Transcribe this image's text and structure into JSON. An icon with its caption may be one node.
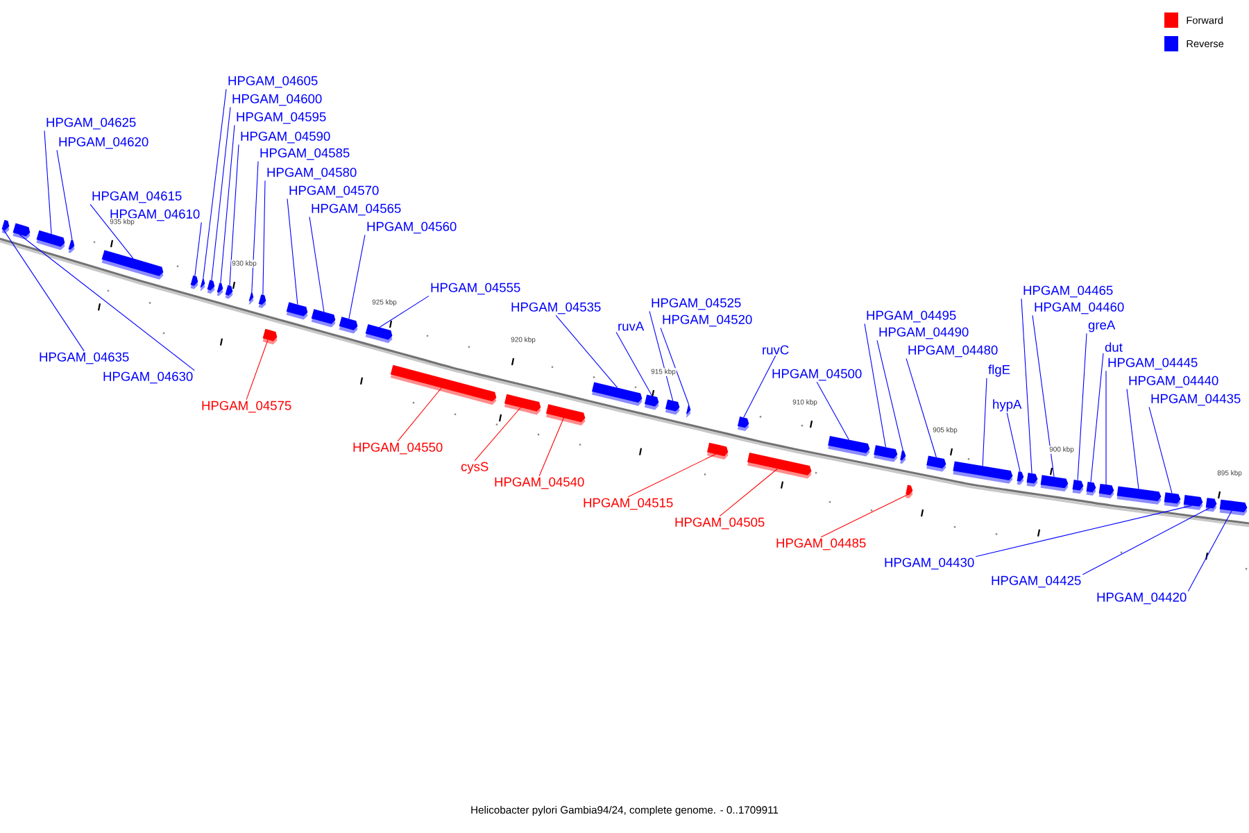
{
  "diagram": {
    "caption": "Helicobacter pylori Gambia94/24, complete genome. - 0..1709911",
    "nodes": [
      {
        "text": [
          "HPGAM_04635"
        ]
      },
      {
        "text": [
          "HPGAM_04630"
        ]
      },
      {
        "text": [
          "HPGAM_04625"
        ]
      },
      {
        "text": [
          "HPGAM_04620"
        ]
      },
      {
        "text": [
          "HPGAM_04615"
        ]
      },
      {
        "text": [
          "HPGAM_04610"
        ]
      },
      {
        "text": [
          "HPGAM_04605"
        ]
      },
      {
        "text": [
          "HPGAM_04600"
        ]
      },
      {
        "text": [
          "HPGAM_04595"
        ]
      },
      {
        "text": [
          "HPGAM_04590"
        ]
      },
      {
        "text": [
          "HPGAM_04585"
        ]
      },
      {
        "text": [
          "HPGAM_04580"
        ]
      },
      {
        "text": [
          "HPGAM_04575"
        ]
      },
      {
        "text": [
          "HPGAM_04570"
        ]
      },
      {
        "text": [
          "HPGAM_04565"
        ]
      },
      {
        "text": [
          "HPGAM_04560"
        ]
      },
      {
        "text": [
          "HPGAM_04555"
        ]
      },
      {
        "text": [
          "HPGAM_04550"
        ]
      },
      {
        "text": [
          "cysS"
        ]
      },
      {
        "text": [
          "HPGAM_04540"
        ]
      },
      {
        "text": [
          "HPGAM_04535"
        ]
      },
      {
        "text": [
          "ruvA"
        ]
      },
      {
        "text": [
          "HPGAM_04525"
        ]
      },
      {
        "text": [
          "HPGAM_04520"
        ]
      },
      {
        "text": [
          "HPGAM_04515"
        ]
      },
      {
        "text": [
          "ruvC"
        ]
      },
      {
        "text": [
          "HPGAM_04505"
        ]
      },
      {
        "text": [
          "HPGAM_04500"
        ]
      },
      {
        "text": [
          "HPGAM_04495"
        ]
      },
      {
        "text": [
          "HPGAM_04490"
        ]
      },
      {
        "text": [
          "HPGAM_04485"
        ]
      },
      {
        "text": [
          "HPGAM_04480"
        ]
      },
      {
        "text": [
          "flgE"
        ]
      },
      {
        "text": [
          "hypA"
        ]
      },
      {
        "text": [
          "HPGAM_04465"
        ]
      },
      {
        "text": [
          "HPGAM_04460"
        ]
      },
      {
        "text": [
          "greA"
        ]
      },
      {
        "text": [
          "dut"
        ]
      },
      {
        "text": [
          "HPGAM_04445"
        ]
      },
      {
        "text": [
          "HPGAM_04440"
        ]
      },
      {
        "text": [
          "HPGAM_04435"
        ]
      },
      {
        "text": [
          "HPGAM_04430"
        ]
      },
      {
        "text": [
          "HPGAM_04425"
        ]
      },
      {
        "text": [
          "HPGAM_04420"
        ]
      },
      {
        "text": [],
        "shape": "arrow"
      },
      {
        "text": [],
        "shape": "arrow"
      },
      {
        "text": [],
        "shape": "arrow"
      },
      {
        "text": [],
        "shape": "arrow"
      },
      {
        "text": [],
        "shape": "arrow"
      },
      {
        "text": [],
        "shape": "arrow"
      },
      {
        "text": [],
        "shape": "arrow"
      },
      {
        "text": [],
        "shape": "arrow"
      },
      {
        "text": [],
        "shape": "arrow"
      },
      {
        "text": [],
        "shape": "arrow"
      },
      {
        "text": [],
        "shape": "arrow"
      },
      {
        "text": [],
        "shape": "arrow"
      },
      {
        "text": [],
        "shape": "arrow"
      },
      {
        "text": [],
        "shape": "arrow"
      },
      {
        "text": [],
        "shape": "arrow"
      },
      {
        "text": [],
        "shape": "arrow"
      },
      {
        "text": [],
        "shape": "arrow"
      },
      {
        "text": [],
        "shape": "arrow"
      },
      {
        "text": [],
        "shape": "arrow"
      },
      {
        "text": [],
        "shape": "arrow"
      },
      {
        "text": [],
        "shape": "arrow"
      },
      {
        "text": [],
        "shape": "arrow"
      },
      {
        "text": [],
        "shape": "arrow"
      },
      {
        "text": [],
        "shape": "arrow"
      },
      {
        "text": [],
        "shape": "arrow"
      },
      {
        "text": [],
        "shape": "arrow"
      },
      {
        "text": [],
        "shape": "arrow"
      },
      {
        "text": [],
        "shape": "arrow"
      },
      {
        "text": [],
        "shape": "arrow"
      },
      {
        "text": [],
        "shape": "arrow"
      },
      {
        "text": [],
        "shape": "arrow"
      },
      {
        "text": [],
        "shape": "arrow"
      },
      {
        "text": [],
        "shape": "arrow"
      },
      {
        "text": [],
        "shape": "arrow"
      },
      {
        "text": [],
        "shape": "arrow"
      },
      {
        "text": [],
        "shape": "arrow"
      },
      {
        "text": [],
        "shape": "arrow"
      },
      {
        "text": [],
        "shape": "arrow"
      },
      {
        "text": [],
        "shape": "arrow"
      },
      {
        "text": [],
        "shape": "arrow"
      },
      {
        "text": [],
        "shape": "arrow"
      },
      {
        "text": [],
        "shape": "arrow"
      },
      {
        "text": [],
        "shape": "arrow"
      },
      {
        "text": [],
        "shape": "arrow"
      }
    ],
    "edges": [
      {
        "from": 0,
        "to": 44,
        "arrow": "none"
      },
      {
        "from": 1,
        "to": 45,
        "arrow": "none"
      },
      {
        "from": 2,
        "to": 46,
        "arrow": "none"
      },
      {
        "from": 3,
        "to": 47,
        "arrow": "none"
      },
      {
        "from": 4,
        "to": 48,
        "arrow": "none"
      },
      {
        "from": 5,
        "to": 49,
        "arrow": "none"
      },
      {
        "from": 6,
        "to": 50,
        "arrow": "none"
      },
      {
        "from": 7,
        "to": 51,
        "arrow": "none"
      },
      {
        "from": 8,
        "to": 52,
        "arrow": "none"
      },
      {
        "from": 9,
        "to": 53,
        "arrow": "none"
      },
      {
        "from": 10,
        "to": 54,
        "arrow": "none"
      },
      {
        "from": 11,
        "to": 55,
        "arrow": "none"
      },
      {
        "from": 12,
        "to": 56,
        "arrow": "none",
        "color": "#ff0000"
      },
      {
        "from": 13,
        "to": 57,
        "arrow": "none"
      },
      {
        "from": 14,
        "to": 58,
        "arrow": "none"
      },
      {
        "from": 15,
        "to": 59,
        "arrow": "none"
      },
      {
        "from": 16,
        "to": 60,
        "arrow": "none"
      },
      {
        "from": 17,
        "to": 61,
        "arrow": "none",
        "color": "#ff0000"
      },
      {
        "from": 18,
        "to": 62,
        "arrow": "none",
        "color": "#ff0000"
      },
      {
        "from": 19,
        "to": 63,
        "arrow": "none",
        "color": "#ff0000"
      },
      {
        "from": 20,
        "to": 64,
        "arrow": "none"
      },
      {
        "from": 21,
        "to": 65,
        "arrow": "none"
      },
      {
        "from": 22,
        "to": 66,
        "arrow": "none"
      },
      {
        "from": 23,
        "to": 67,
        "arrow": "none"
      },
      {
        "from": 24,
        "to": 68,
        "arrow": "none",
        "color": "#ff0000"
      },
      {
        "from": 25,
        "to": 69,
        "arrow": "none"
      },
      {
        "from": 26,
        "to": 70,
        "arrow": "none",
        "color": "#ff0000"
      },
      {
        "from": 27,
        "to": 71,
        "arrow": "none"
      },
      {
        "from": 28,
        "to": 72,
        "arrow": "none"
      },
      {
        "from": 29,
        "to": 73,
        "arrow": "none"
      },
      {
        "from": 30,
        "to": 74,
        "arrow": "none",
        "color": "#ff0000"
      },
      {
        "from": 31,
        "to": 75,
        "arrow": "none"
      },
      {
        "from": 32,
        "to": 76,
        "arrow": "none"
      },
      {
        "from": 33,
        "to": 77,
        "arrow": "none"
      },
      {
        "from": 34,
        "to": 78,
        "arrow": "none"
      },
      {
        "from": 35,
        "to": 79,
        "arrow": "none"
      },
      {
        "from": 36,
        "to": 80,
        "arrow": "none"
      },
      {
        "from": 37,
        "to": 81,
        "arrow": "none"
      },
      {
        "from": 38,
        "to": 82,
        "arrow": "none"
      },
      {
        "from": 39,
        "to": 83,
        "arrow": "none"
      },
      {
        "from": 40,
        "to": 84,
        "arrow": "none"
      },
      {
        "from": 41,
        "to": 85,
        "arrow": "none"
      },
      {
        "from": 42,
        "to": 86,
        "arrow": "none"
      },
      {
        "from": 43,
        "to": 87,
        "arrow": "none"
      }
    ],
    "labels": [
      "935 kbp",
      "930 kbp",
      "925 kbp",
      "920 kbp",
      "915 kbp",
      "910 kbp",
      "905 kbp",
      "900 kbp",
      "895 kbp"
    ],
    "legend": [
      {
        "text": "Forward",
        "color": "#ff0000"
      },
      {
        "text": "Reverse",
        "color": "#0000ff"
      }
    ]
  }
}
